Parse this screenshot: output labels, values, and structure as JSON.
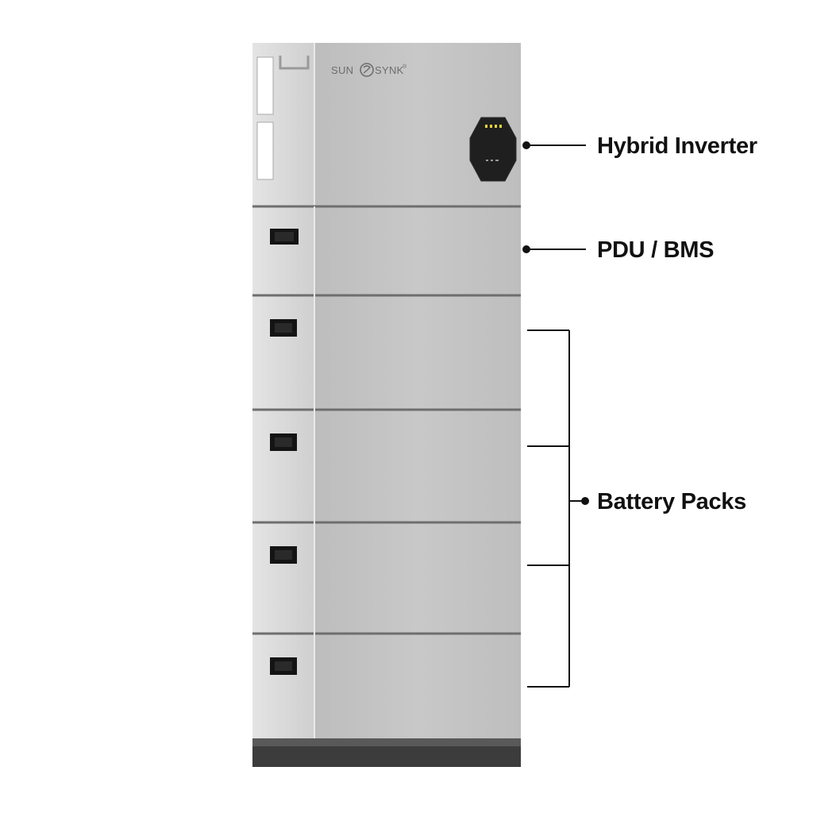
{
  "product": {
    "brand_left": "SUN",
    "brand_right": "SYNK",
    "brand_mark": "®"
  },
  "callouts": {
    "inverter": "Hybrid Inverter",
    "pdu": "PDU / BMS",
    "battery": "Battery Packs"
  },
  "colors": {
    "panel": "#c4c4c4",
    "panel_light": "#d2d2d2",
    "panel_side": "#dcdcdc",
    "seam": "#7a7a7a",
    "base": "#3c3c3c",
    "display": "#1f1f1f",
    "led": "#e6d23a",
    "leader_line": "#111111"
  },
  "display_panel_icon": "hexagon-status-display",
  "handle_icon": "carry-handle"
}
